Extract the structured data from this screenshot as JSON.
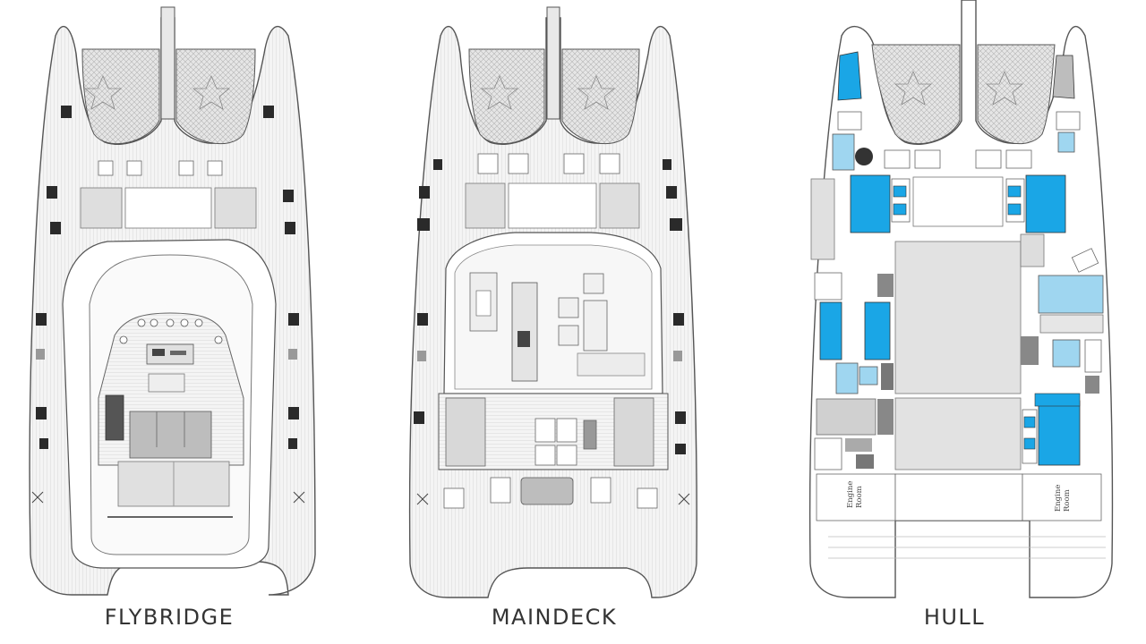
{
  "decks": [
    {
      "key": "flybridge",
      "label": "FLYBRIDGE"
    },
    {
      "key": "maindeck",
      "label": "MAINDECK"
    },
    {
      "key": "hull",
      "label": "HULL"
    }
  ],
  "hull_labels": {
    "engine_room_left": [
      "Engine",
      "Room"
    ],
    "engine_room_right": [
      "Engine",
      "Room"
    ]
  },
  "colors": {
    "outline": "#555555",
    "deck_fill": "#f5f5f5",
    "teak": "#d6d6d6",
    "panel": "#e2e2e2",
    "dark_fitting": "#2a2a2a",
    "cabin_blue": "#1aa6e6",
    "bath_blue": "#9fd6f0",
    "mesh": "#c8c8c8"
  }
}
